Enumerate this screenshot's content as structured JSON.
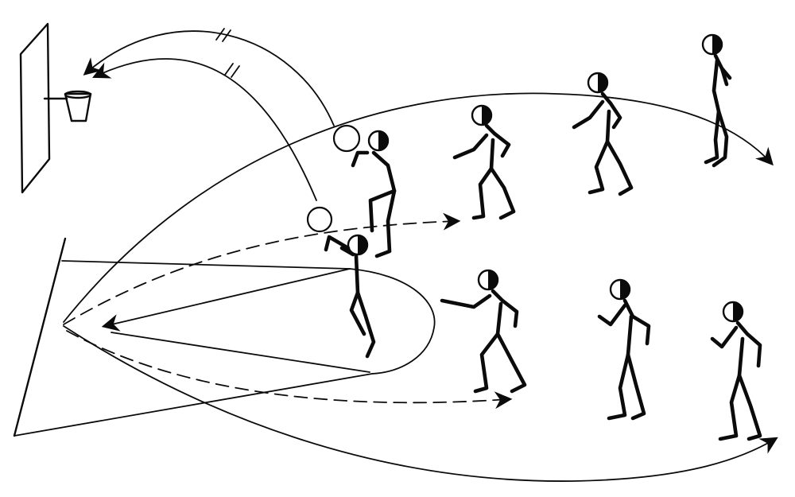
{
  "figure": {
    "kind": "basketball drill diagram",
    "backboard": {
      "has_basket": true
    },
    "players": {
      "top_row_count": 4,
      "bottom_row_count": 3,
      "jumping_shooters": 2
    },
    "balls": 2,
    "pass_marks": [
      "//",
      "//"
    ],
    "colors": {
      "ink": "#0b0b0b",
      "paper": "#ffffff"
    }
  }
}
